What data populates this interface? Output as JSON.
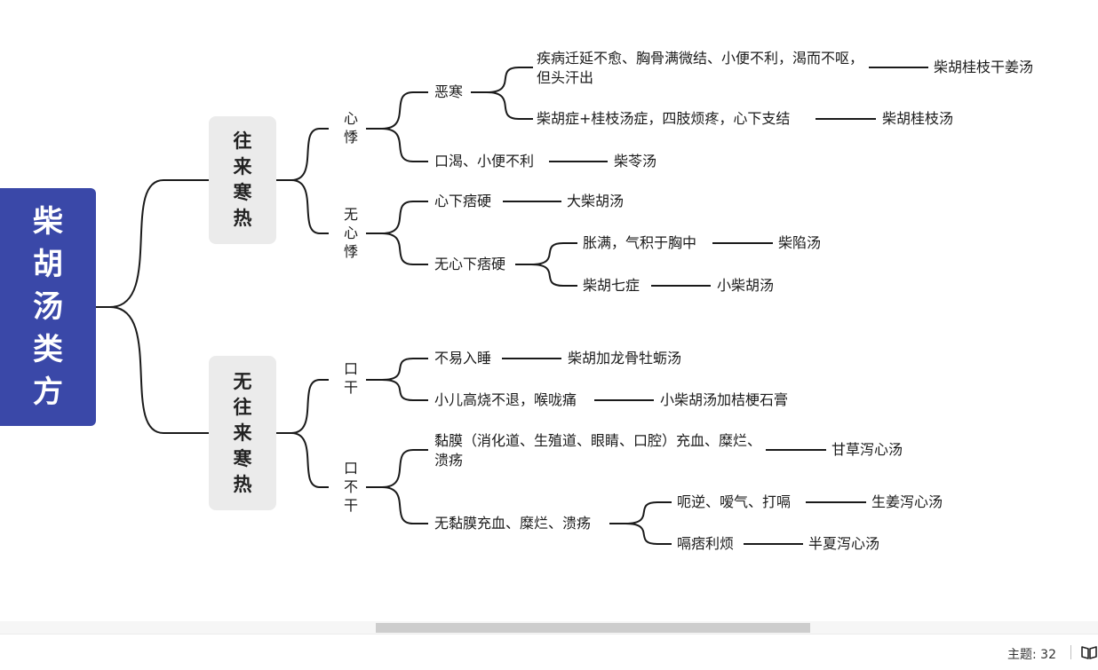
{
  "root": {
    "label": "柴胡汤类方"
  },
  "branches": [
    {
      "label": "往来寒热",
      "groups": [
        {
          "label": "心悸",
          "items": [
            {
              "label": "恶寒",
              "items": [
                {
                  "symptom": "疾病迁延不愈、胸骨满微结、小便不利，渴而不呕，但头汗出",
                  "formula": "柴胡桂枝干姜汤"
                },
                {
                  "symptom": "柴胡症+桂枝汤症，四肢烦疼，心下支结",
                  "formula": "柴胡桂枝汤"
                }
              ]
            },
            {
              "symptom": "口渴、小便不利",
              "formula": "柴苓汤"
            }
          ]
        },
        {
          "label": "无心悸",
          "items": [
            {
              "symptom": "心下痞硬",
              "formula": "大柴胡汤"
            },
            {
              "label": "无心下痞硬",
              "items": [
                {
                  "symptom": "胀满，气积于胸中",
                  "formula": "柴陷汤"
                },
                {
                  "symptom": "柴胡七症",
                  "formula": "小柴胡汤"
                }
              ]
            }
          ]
        }
      ]
    },
    {
      "label": "无往来寒热",
      "groups": [
        {
          "label": "口干",
          "items": [
            {
              "symptom": "不易入睡",
              "formula": "柴胡加龙骨牡蛎汤"
            },
            {
              "symptom": "小儿高烧不退，喉咙痛",
              "formula": "小柴胡汤加桔梗石膏"
            }
          ]
        },
        {
          "label": "口不干",
          "items": [
            {
              "symptom": "黏膜（消化道、生殖道、眼睛、口腔）充血、糜烂、溃疡",
              "formula": "甘草泻心汤"
            },
            {
              "label": "无黏膜充血、糜烂、溃疡",
              "items": [
                {
                  "symptom": "呃逆、嗳气、打嗝",
                  "formula": "生姜泻心汤"
                },
                {
                  "symptom": "嗝痞利烦",
                  "formula": "半夏泻心汤"
                }
              ]
            }
          ]
        }
      ]
    }
  ],
  "status": {
    "topic_label": "主题: ",
    "topic_count": "32"
  },
  "colors": {
    "root_bg": "#3a48a8",
    "topic_bg": "#ebebeb",
    "line": "#1a1a1a"
  }
}
